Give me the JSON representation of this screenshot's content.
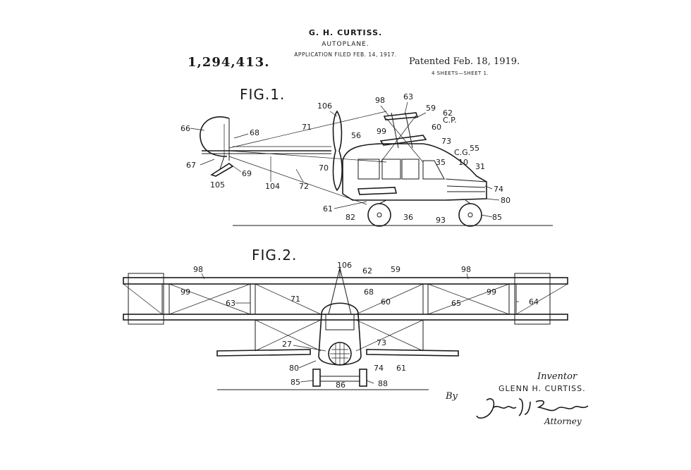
{
  "header": {
    "inventor_name": "G. H. CURTISS.",
    "title": "AUTOPLANE.",
    "filed": "APPLICATION FILED FEB. 14, 1917.",
    "patent_number": "1,294,413.",
    "patented": "Patented Feb. 18, 1919.",
    "sheets": "4 SHEETS—SHEET 1."
  },
  "figures": {
    "fig1_label": "FIG.1.",
    "fig2_label": "FIG.2."
  },
  "fig1_labels": {
    "l98": "98",
    "l63": "63",
    "l106": "106",
    "l59": "59",
    "l62": "62",
    "cp": "C.P.",
    "l60": "60",
    "l66": "66",
    "l68": "68",
    "l71": "71",
    "l56": "56",
    "l99": "99",
    "l73": "73",
    "l55": "55",
    "cg": "C.G.",
    "l35": "35",
    "l10": "10",
    "l31": "31",
    "l67": "67",
    "l69": "69",
    "l70": "70",
    "l105": "105",
    "l104": "104",
    "l72": "72",
    "l74": "74",
    "l80": "80",
    "l61": "61",
    "l82": "82",
    "l36": "36",
    "l93": "93",
    "l85": "85"
  },
  "fig2_labels": {
    "l106": "106",
    "l98a": "98",
    "l62": "62",
    "l59": "59",
    "l98b": "98",
    "l99a": "99",
    "l68": "68",
    "l99b": "99",
    "l63": "63",
    "l71": "71",
    "l60": "60",
    "l65": "65",
    "l64": "64",
    "l27": "27",
    "l73": "73",
    "l80": "80",
    "l74": "74",
    "l61": "61",
    "l85": "85",
    "l86": "86",
    "l88": "88"
  },
  "signature": {
    "inventor_label": "Inventor",
    "inventor_name": "GLENN H. CURTISS.",
    "by": "By",
    "attorney_signature": "John P. Tarbox",
    "attorney_label": "Attorney"
  }
}
